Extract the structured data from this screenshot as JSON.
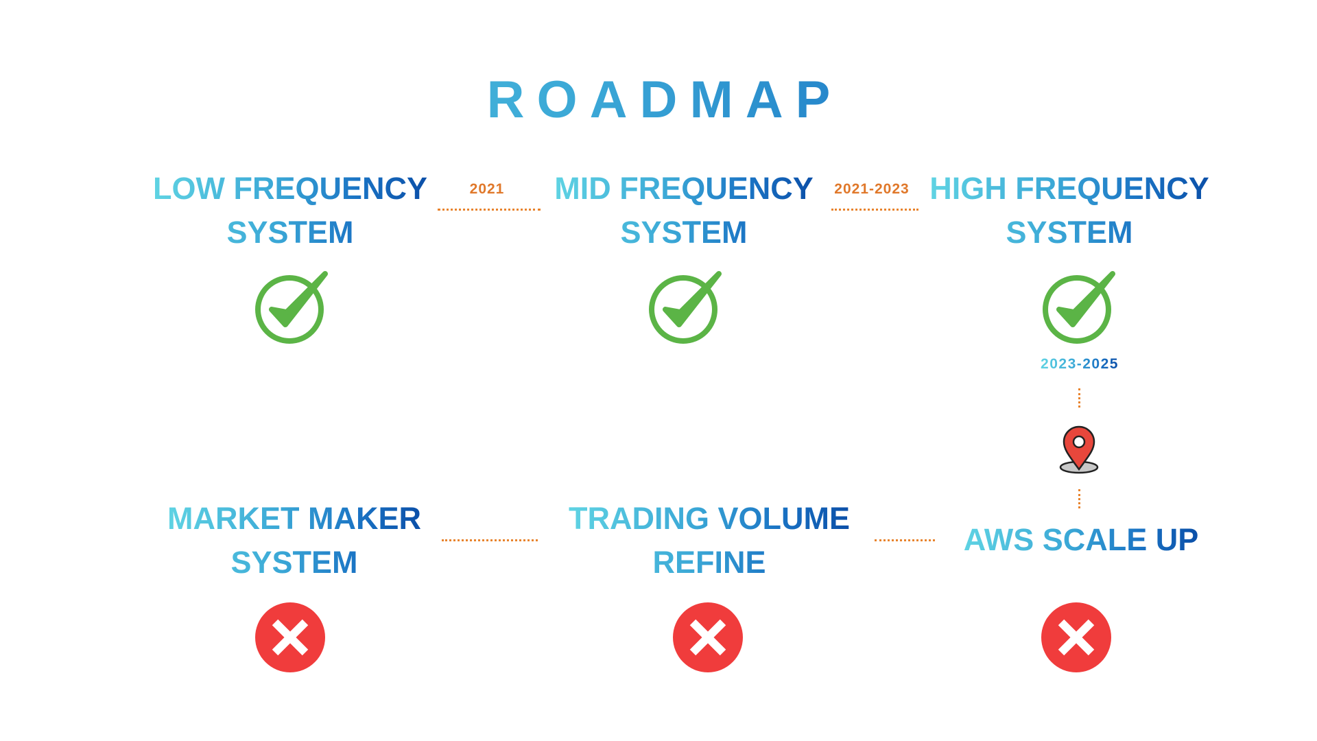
{
  "title": "ROADMAP",
  "milestones": [
    {
      "line1": "LOW FREQUENCY",
      "line2": "SYSTEM",
      "status": "done"
    },
    {
      "line1": "MID FREQUENCY",
      "line2": "SYSTEM",
      "status": "done"
    },
    {
      "line1": "HIGH FREQUENCY",
      "line2": "SYSTEM",
      "status": "done"
    },
    {
      "line1": "MARKET MAKER",
      "line2": "SYSTEM",
      "status": "pending"
    },
    {
      "line1": "TRADING VOLUME",
      "line2": "REFINE",
      "status": "pending"
    },
    {
      "line1": "AWS SCALE UP",
      "line2": "",
      "status": "pending"
    }
  ],
  "periods": {
    "p1": "2021",
    "p2": "2021-2023",
    "p3": "2023-2025"
  },
  "colors": {
    "gradient_start": "#5fd3e3",
    "gradient_end": "#0b4fa8",
    "connector": "#e8832d",
    "check": "#5bb446",
    "cross": "#f03c3c",
    "pin": "#e8473c"
  },
  "icons": {
    "done": "check-circle-icon",
    "pending": "x-circle-icon",
    "current": "map-pin-icon"
  }
}
